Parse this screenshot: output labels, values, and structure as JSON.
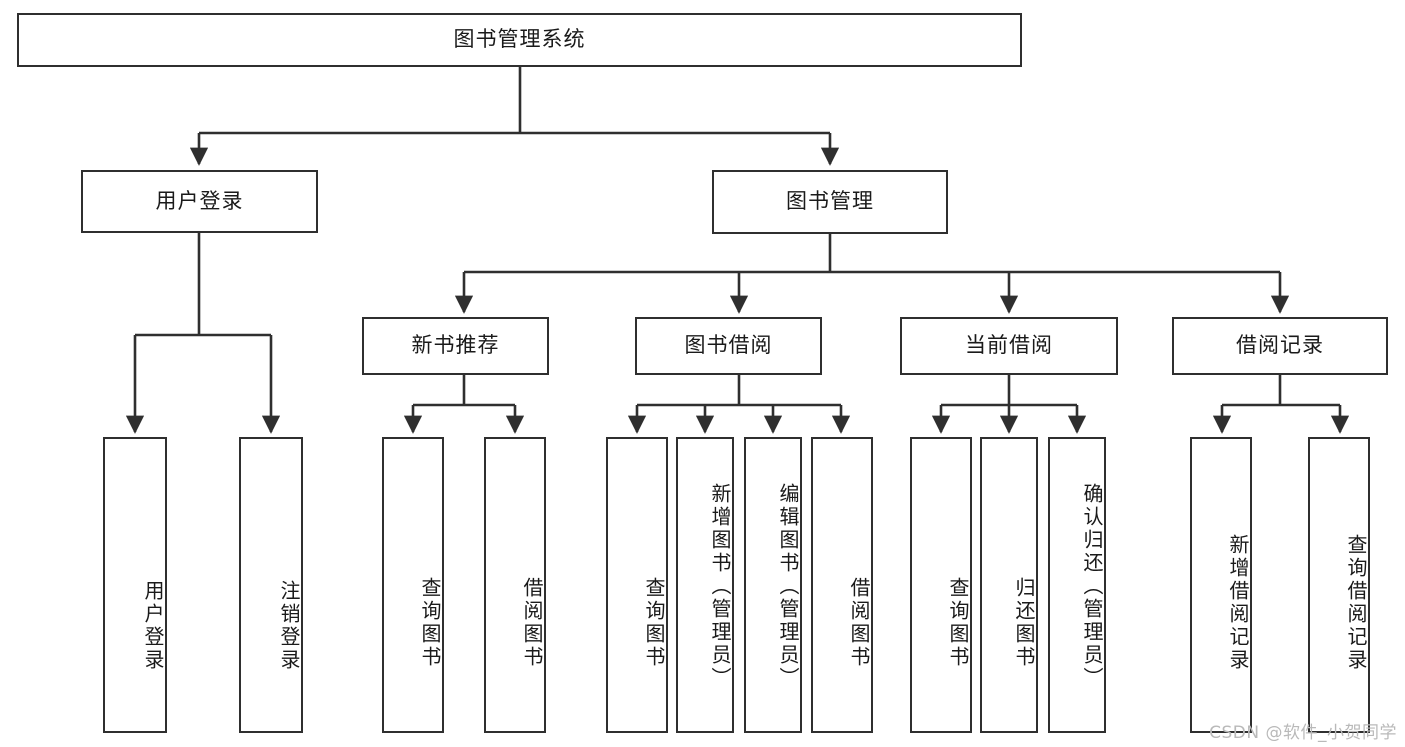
{
  "diagram": {
    "type": "tree-hierarchy",
    "title": "图书管理系统",
    "root": {
      "id": "root",
      "label": "图书管理系统"
    },
    "level2": [
      {
        "id": "user-login",
        "label": "用户登录"
      },
      {
        "id": "book-manage",
        "label": "图书管理"
      }
    ],
    "level3": [
      {
        "id": "new-book-recommend",
        "label": "新书推荐",
        "parent": "book-manage"
      },
      {
        "id": "book-borrow",
        "label": "图书借阅",
        "parent": "book-manage"
      },
      {
        "id": "current-borrow",
        "label": "当前借阅",
        "parent": "book-manage"
      },
      {
        "id": "borrow-record",
        "label": "借阅记录",
        "parent": "book-manage"
      }
    ],
    "leaves": [
      {
        "id": "leaf-user-login",
        "label": "用户登录",
        "parent": "user-login"
      },
      {
        "id": "leaf-logout",
        "label": "注销登录",
        "parent": "user-login"
      },
      {
        "id": "leaf-query-book-1",
        "label": "查询图书",
        "parent": "new-book-recommend"
      },
      {
        "id": "leaf-borrow-book-1",
        "label": "借阅图书",
        "parent": "new-book-recommend"
      },
      {
        "id": "leaf-query-book-2",
        "label": "查询图书",
        "parent": "book-borrow"
      },
      {
        "id": "leaf-add-book",
        "label": "新增图书（管理员）",
        "parent": "book-borrow"
      },
      {
        "id": "leaf-edit-book",
        "label": "编辑图书（管理员）",
        "parent": "book-borrow"
      },
      {
        "id": "leaf-borrow-book-2",
        "label": "借阅图书",
        "parent": "book-borrow"
      },
      {
        "id": "leaf-query-book-3",
        "label": "查询图书",
        "parent": "current-borrow"
      },
      {
        "id": "leaf-return-book",
        "label": "归还图书",
        "parent": "current-borrow"
      },
      {
        "id": "leaf-confirm-return",
        "label": "确认归还（管理员）",
        "parent": "current-borrow"
      },
      {
        "id": "leaf-add-record",
        "label": "新增借阅记录",
        "parent": "borrow-record"
      },
      {
        "id": "leaf-query-record",
        "label": "查询借阅记录",
        "parent": "borrow-record"
      }
    ],
    "colors": {
      "stroke": "#2f2f2f",
      "fill": "#ffffff",
      "text": "#1a1a1a",
      "watermark": "#b9b9b9"
    }
  },
  "watermark": {
    "text": "CSDN @软件_小贺同学"
  }
}
